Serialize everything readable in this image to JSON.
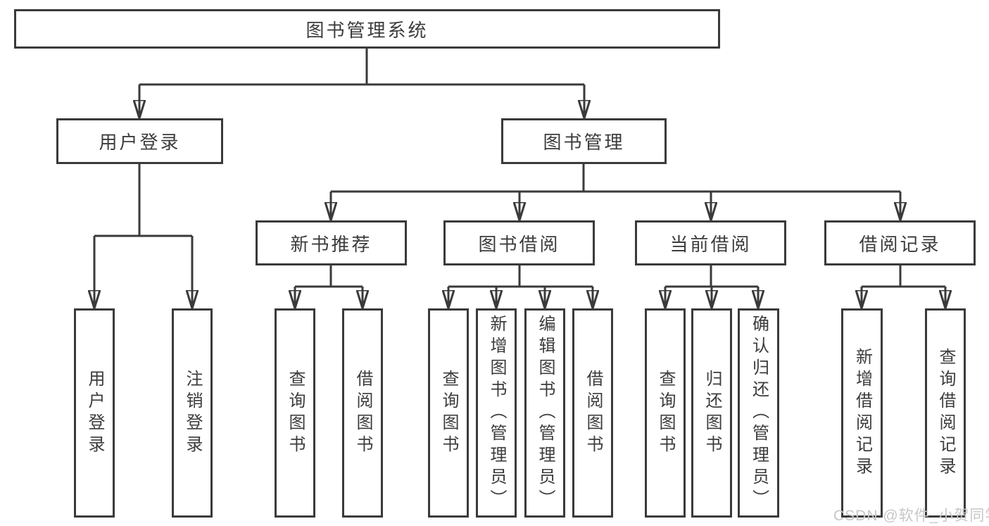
{
  "nodes": {
    "root": "图书管理系统",
    "user_login": "用户登录",
    "book_management": "图书管理",
    "user_login_children": [
      "用户登录",
      "注销登录"
    ],
    "modules": [
      {
        "label": "新书推荐",
        "children": [
          "查询图书",
          "借阅图书"
        ]
      },
      {
        "label": "图书借阅",
        "children": [
          "查询图书",
          "新增图书（管理员）",
          "编辑图书（管理员）",
          "借阅图书"
        ]
      },
      {
        "label": "当前借阅",
        "children": [
          "查询图书",
          "归还图书",
          "确认归还（管理员）"
        ]
      },
      {
        "label": "借阅记录",
        "children": [
          "新增借阅记录",
          "查询借阅记录"
        ]
      }
    ]
  },
  "watermark": "CSDN @软件_小贺同学",
  "colors": {
    "line": "#3a3a3c",
    "text": "#3c3c3e",
    "watermark": "#c7c7c7",
    "background": "#ffffff"
  }
}
